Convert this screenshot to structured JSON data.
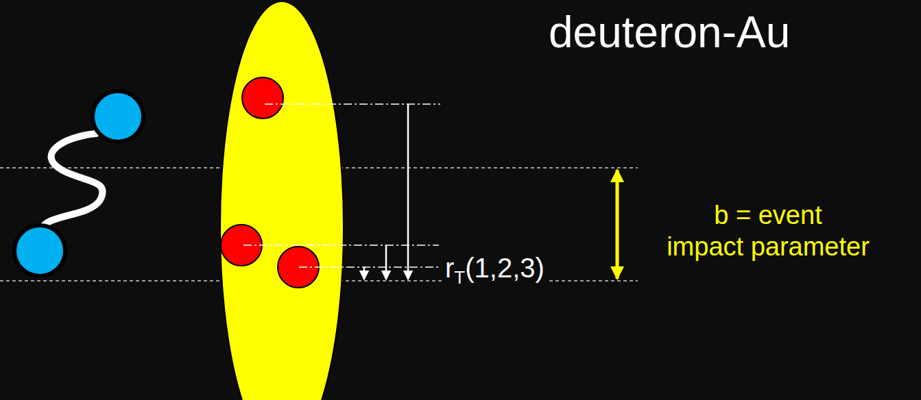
{
  "diagram": {
    "title": "deuteron-Au",
    "labels": [
      "r",
      "T",
      "(1,2,3)",
      "b = event impact parameter"
    ]
  }
}
